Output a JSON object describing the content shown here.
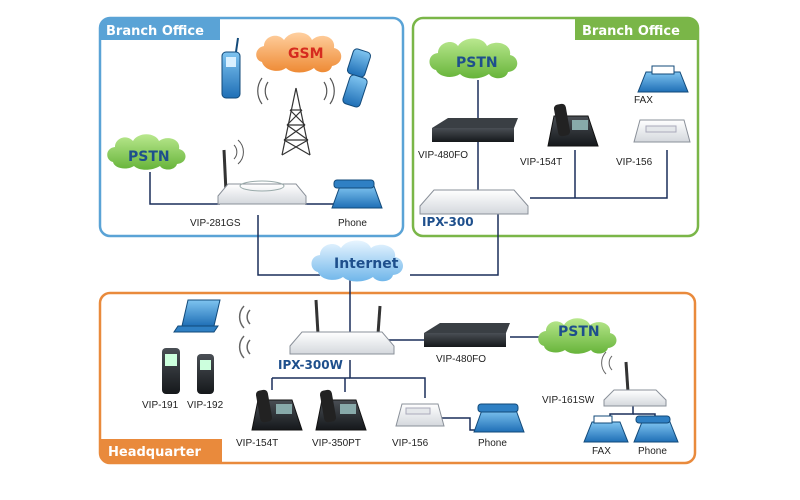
{
  "colors": {
    "branch_left": "#5aa3d6",
    "branch_right": "#7ab648",
    "headquarter": "#e98a3c",
    "pstn_cloud": "#8fce5a",
    "gsm_cloud": "#f29a4a",
    "internet_cloud": "#6cb4e8",
    "model_blue": "#1e4f8c",
    "wire": "#1a2e5a"
  },
  "zones": {
    "branch_left": "Branch Office",
    "branch_right": "Branch Office",
    "headquarter": "Headquarter"
  },
  "clouds": {
    "gsm": "GSM",
    "pstn_left": "PSTN",
    "pstn_right": "PSTN",
    "pstn_hq": "PSTN",
    "internet": "Internet"
  },
  "devices": {
    "vip281gs": "VIP-281GS",
    "phone_left": "Phone",
    "vip480fo_right": "VIP-480FO",
    "vip154t_right": "VIP-154T",
    "vip156_right": "VIP-156",
    "fax_right": "FAX",
    "ipx300": "IPX-300",
    "ipx300w": "IPX-300W",
    "vip480fo_hq": "VIP-480FO",
    "vip191": "VIP-191",
    "vip192": "VIP-192",
    "vip154t_hq": "VIP-154T",
    "vip350pt": "VIP-350PT",
    "vip156_hq": "VIP-156",
    "phone_hq": "Phone",
    "vip161sw": "VIP-161SW",
    "fax_hq": "FAX",
    "phone_hq2": "Phone"
  }
}
